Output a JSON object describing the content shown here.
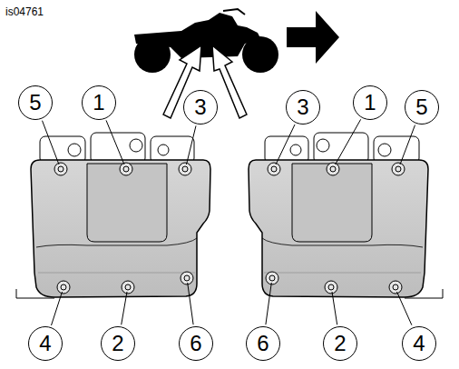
{
  "diagram": {
    "nodes": [
      {
        "text": [
          "5"
        ]
      },
      {
        "text": [
          "1"
        ]
      },
      {
        "text": [
          "3"
        ]
      },
      {
        "text": [
          "3"
        ]
      },
      {
        "text": [
          "1"
        ]
      },
      {
        "text": [
          "5"
        ]
      },
      {
        "text": [
          "4"
        ]
      },
      {
        "text": [
          "2"
        ]
      },
      {
        "text": [
          "6"
        ]
      },
      {
        "text": [
          "6"
        ]
      },
      {
        "text": [
          "2"
        ]
      },
      {
        "text": [
          "4"
        ]
      }
    ],
    "labels": [
      "is04761"
    ]
  }
}
